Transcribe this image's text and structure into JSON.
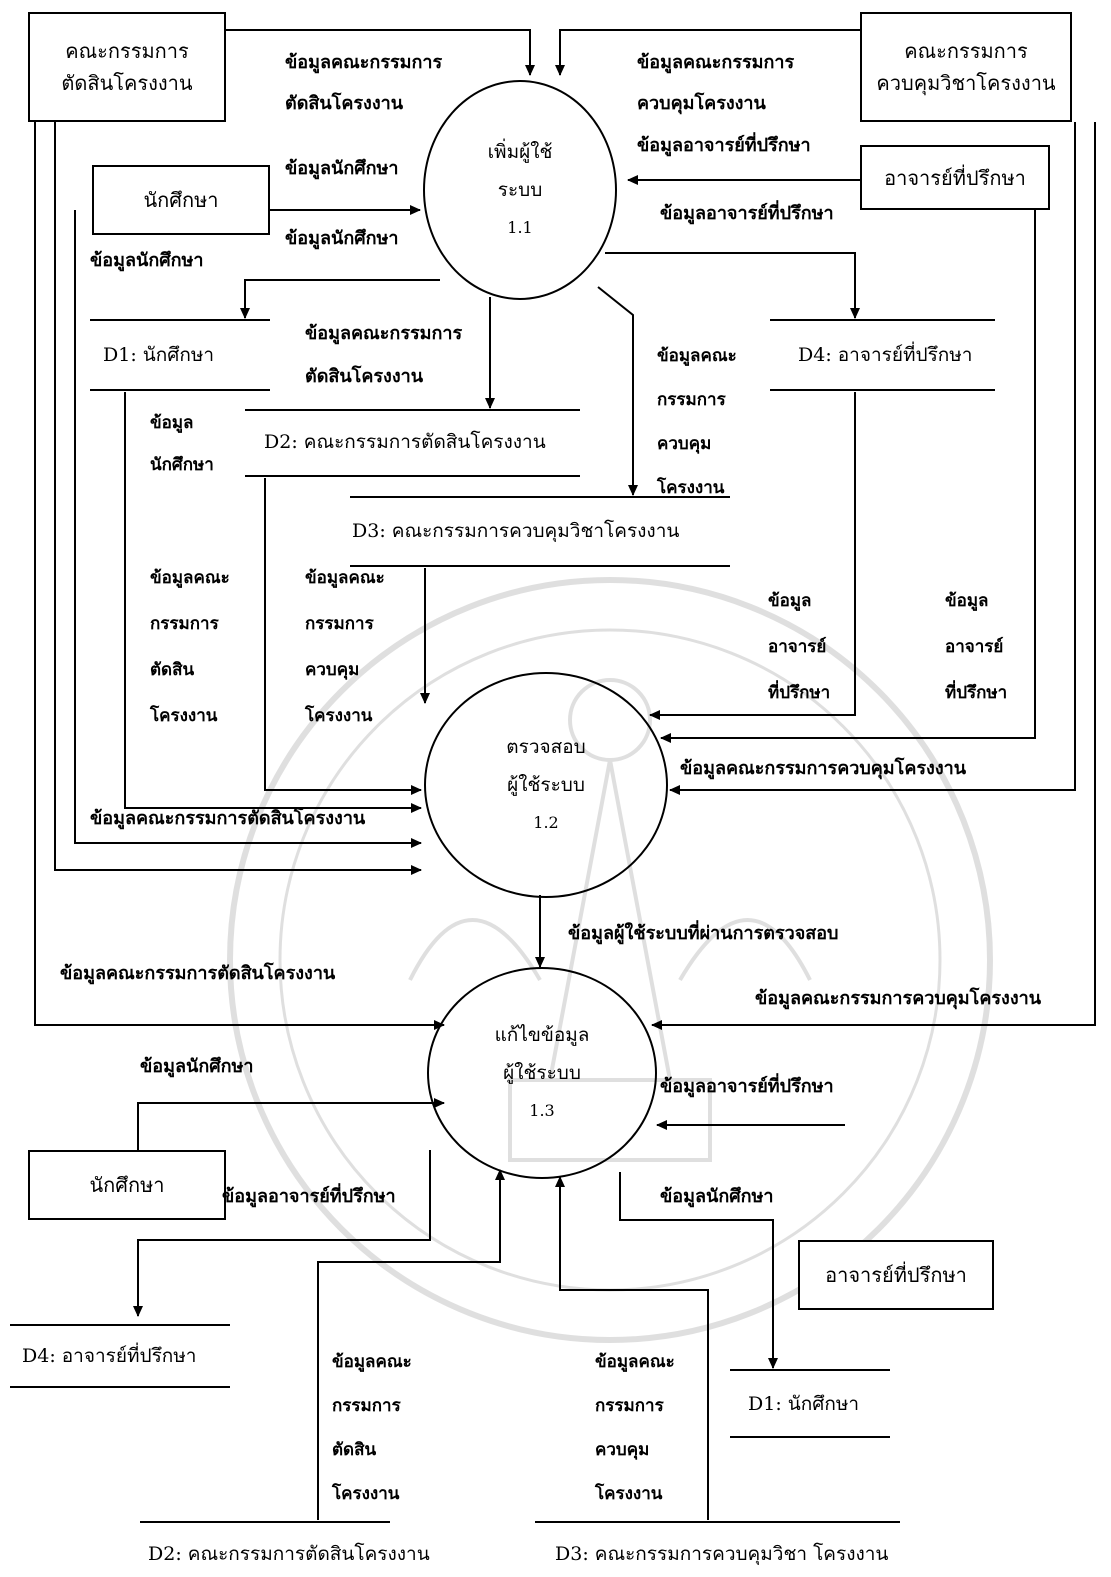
{
  "entities": {
    "judge_committee": {
      "line1": "คณะกรรมการ",
      "line2": "ตัดสินโครงงาน"
    },
    "control_committee": {
      "line1": "คณะกรรมการ",
      "line2": "ควบคุมวิชาโครงงาน"
    },
    "student": "นักศึกษา",
    "advisor": "อาจารย์ที่ปรึกษา"
  },
  "processes": {
    "p11": {
      "line1": "เพิ่มผู้ใช้",
      "line2": "ระบบ",
      "num": "1.1"
    },
    "p12": {
      "line1": "ตรวจสอบ",
      "line2": "ผู้ใช้ระบบ",
      "num": "1.2"
    },
    "p13": {
      "line1": "แก้ไขข้อมูล",
      "line2": "ผู้ใช้ระบบ",
      "num": "1.3"
    }
  },
  "stores": {
    "d1": "D1: นักศึกษา",
    "d2": "D2: คณะกรรมการตัดสินโครงงาน",
    "d3": "D3: คณะกรรมการควบคุมวิชาโครงงาน",
    "d4": "D4: อาจารย์ที่ปรึกษา",
    "d4b": "D4: อาจารย์ที่ปรึกษา",
    "d1b": "D1: นักศึกษา",
    "d2b": "D2: คณะกรรมการตัดสินโครงงาน",
    "d3b": "D3: คณะกรรมการควบคุมวิชา โครงงาน"
  },
  "flows": {
    "judge_committee_data": "ข้อมูลคณะกรรมการ",
    "judge_project": "ตัดสินโครงงาน",
    "control_committee_data": "ข้อมูลคณะกรรมการ",
    "control_project": "ควบคุมโครงงาน",
    "advisor_data": "ข้อมูลอาจารย์ที่ปรึกษา",
    "advisor_data_2": "ข้อมูลอาจารย์ที่ปรึกษา",
    "student_data_in": "ข้อมูลนักศึกษา",
    "student_data_in2": "ข้อมูลนักศึกษา",
    "student_data_d1": "ข้อมูลนักศึกษา",
    "d2_flow_1": "ข้อมูลคณะกรรมการ",
    "d2_flow_2": "ตัดสินโครงงาน",
    "d3_flow": [
      "ข้อมูลคณะ",
      "กรรมการ",
      "ควบคุม",
      "โครงงาน"
    ],
    "d1_to_12": [
      "ข้อมูล",
      "นักศึกษา"
    ],
    "d2_to_12": [
      "ข้อมูลคณะ",
      "กรรมการ",
      "ตัดสิน",
      "โครงงาน"
    ],
    "d3_to_12": [
      "ข้อมูลคณะ",
      "กรรมการ",
      "ควบคุม",
      "โครงงาน"
    ],
    "d4_to_12": [
      "ข้อมูล",
      "อาจารย์",
      "ที่ปรึกษา"
    ],
    "advisor_to_12": [
      "ข้อมูล",
      "อาจารย์",
      "ที่ปรึกษา"
    ],
    "control_to_12": "ข้อมูลคณะกรรมการควบคุมโครงงาน",
    "judge_to_12": "ข้อมูลคณะกรรมการตัดสินโครงงาน",
    "verified_users": "ข้อมูลผู้ใช้ระบบที่ผ่านการตรวจสอบ",
    "judge_to_13": "ข้อมูลคณะกรรมการตัดสินโครงงาน",
    "control_to_13": "ข้อมูลคณะกรรมการควบคุมโครงงาน",
    "student_to_13": "ข้อมูลนักศึกษา",
    "advisor_to_13": "ข้อมูลอาจารย์ที่ปรึกษา",
    "to_d4b": "ข้อมูลอาจารย์ที่ปรึกษา",
    "to_d1b": "ข้อมูลนักศึกษา",
    "to_d2b": [
      "ข้อมูลคณะ",
      "กรรมการ",
      "ตัดสิน",
      "โครงงาน"
    ],
    "to_d3b": [
      "ข้อมูลคณะ",
      "กรรมการ",
      "ควบคุม",
      "โครงงาน"
    ]
  }
}
